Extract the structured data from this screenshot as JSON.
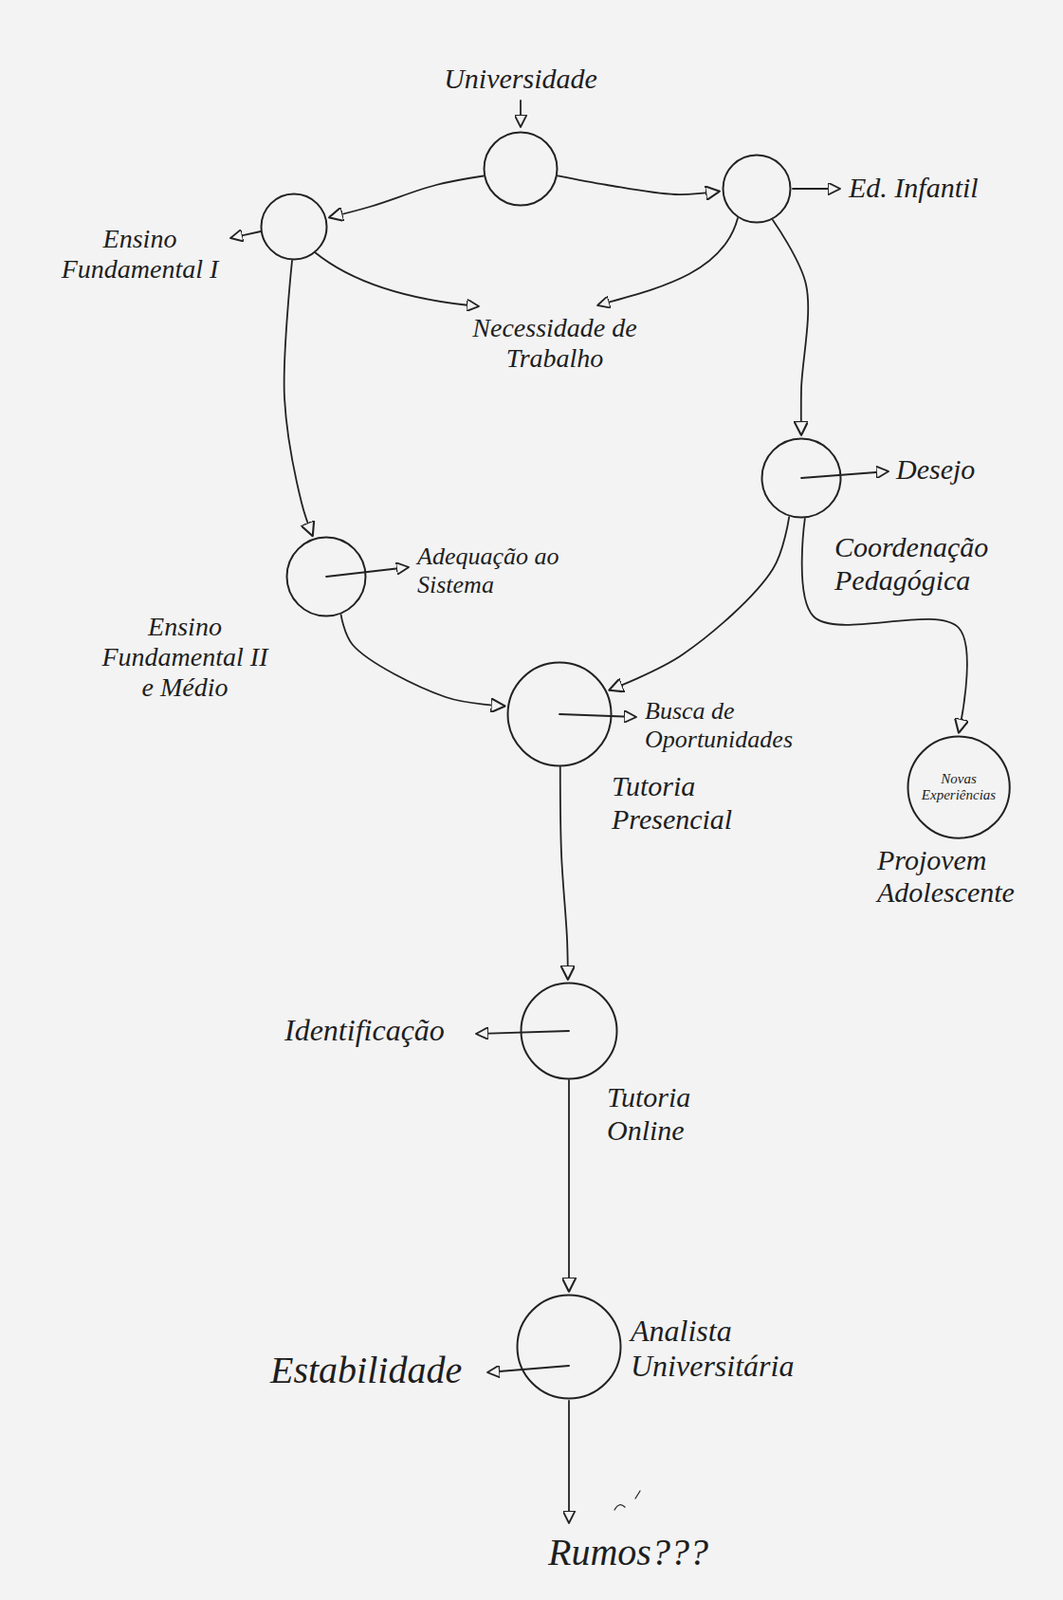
{
  "diagram": {
    "nodes": [
      {
        "text": [
          "Universidade"
        ]
      },
      {
        "text": [
          "Ensino Fundamental I"
        ]
      },
      {
        "text": [
          "Ed. Infantil"
        ]
      },
      {
        "text": [
          "Coordenação Pedagógica",
          "Desejo"
        ]
      },
      {
        "text": [
          "Ensino Fundamental II e Médio",
          "Adequação ao Sistema"
        ]
      },
      {
        "text": [
          "Tutoria Presencial",
          "Busca de Oportunidades"
        ]
      },
      {
        "text": [
          "Projovem Adolescente",
          "Novas Experiências"
        ]
      },
      {
        "text": [
          "Tutoria Online",
          "Identificação"
        ]
      },
      {
        "text": [
          "Analista Universitária",
          "Estabilidade"
        ]
      }
    ],
    "edges": [
      {
        "from": 0,
        "to": 1,
        "arrow": "to"
      },
      {
        "from": 0,
        "to": 2,
        "arrow": "to"
      },
      {
        "from": 1,
        "to": 4,
        "arrow": "to"
      },
      {
        "from": 2,
        "to": 3,
        "arrow": "to"
      },
      {
        "from": 3,
        "to": 5,
        "arrow": "to"
      },
      {
        "from": 4,
        "to": 5,
        "arrow": "to"
      },
      {
        "from": 3,
        "to": 6,
        "arrow": "to"
      },
      {
        "from": 5,
        "to": 7,
        "arrow": "to"
      },
      {
        "from": 7,
        "to": 8,
        "arrow": "to"
      }
    ],
    "labels": [
      "Necessidade de Trabalho",
      "Rumos???"
    ]
  }
}
